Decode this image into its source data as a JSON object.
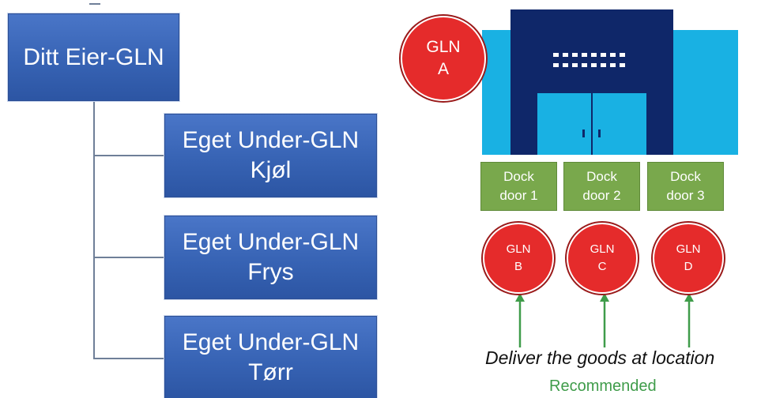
{
  "hierarchy": {
    "owner": {
      "line1": "Ditt Eier-GLN"
    },
    "children": [
      {
        "line1": "Eget Under-GLN",
        "line2": "Kjøl"
      },
      {
        "line1": "Eget Under-GLN",
        "line2": "Frys"
      },
      {
        "line1": "Eget Under-GLN",
        "line2": "Tørr"
      }
    ]
  },
  "warehouse": {
    "main_location": {
      "line1": "GLN",
      "line2": "A"
    },
    "docks": [
      {
        "line1": "Dock",
        "line2": "door 1"
      },
      {
        "line1": "Dock",
        "line2": "door 2"
      },
      {
        "line1": "Dock",
        "line2": "door 3"
      }
    ],
    "dock_locations": [
      {
        "line1": "GLN",
        "line2": "B"
      },
      {
        "line1": "GLN",
        "line2": "C"
      },
      {
        "line1": "GLN",
        "line2": "D"
      }
    ],
    "caption": "Deliver the goods at location",
    "recommendation": "Recommended"
  },
  "colors": {
    "box_blue": "#3763b4",
    "building_light": "#19b1e3",
    "building_dark": "#0f2769",
    "dock_green": "#79a84c",
    "gln_red": "#e52b2b",
    "arrow_green": "#3f9c4a"
  }
}
